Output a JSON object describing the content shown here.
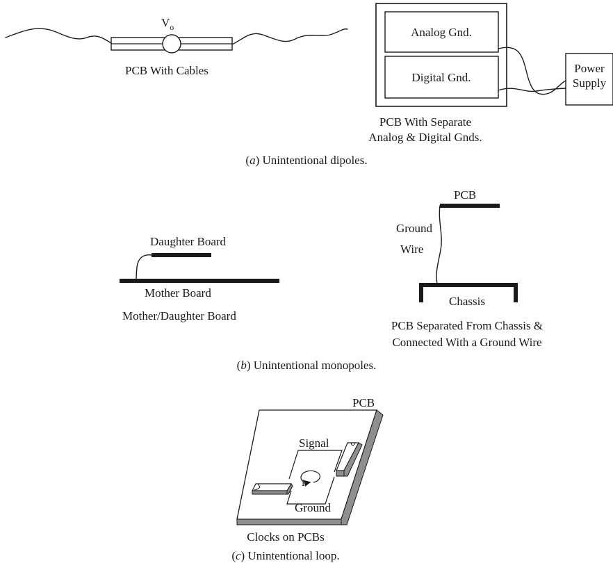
{
  "dipoles": {
    "vo_label": "V",
    "vo_subscript": "o",
    "pcb_cables_caption": "PCB With Cables",
    "analog_gnd": "Analog Gnd.",
    "digital_gnd": "Digital Gnd.",
    "power_supply_line1": "Power",
    "power_supply_line2": "Supply",
    "separate_gnds_line1": "PCB With Separate",
    "separate_gnds_line2": "Analog & Digital Gnds.",
    "caption_letter": "a",
    "caption_text": " Unintentional dipoles."
  },
  "monopoles": {
    "daughter_board": "Daughter Board",
    "mother_board": "Mother Board",
    "mother_daughter_caption": "Mother/Daughter Board",
    "pcb": "PCB",
    "ground_wire_line1": "Ground",
    "ground_wire_line2": "Wire",
    "chassis": "Chassis",
    "separated_line1": "PCB Separated From Chassis &",
    "separated_line2": "Connected With a Ground Wire",
    "caption_letter": "b",
    "caption_text": " Unintentional monopoles."
  },
  "loop": {
    "pcb": "PCB",
    "signal": "Signal",
    "ground": "Ground",
    "current_label": "I",
    "clocks_caption": "Clocks on PCBs",
    "caption_letter": "c",
    "caption_text": " Unintentional loop."
  }
}
